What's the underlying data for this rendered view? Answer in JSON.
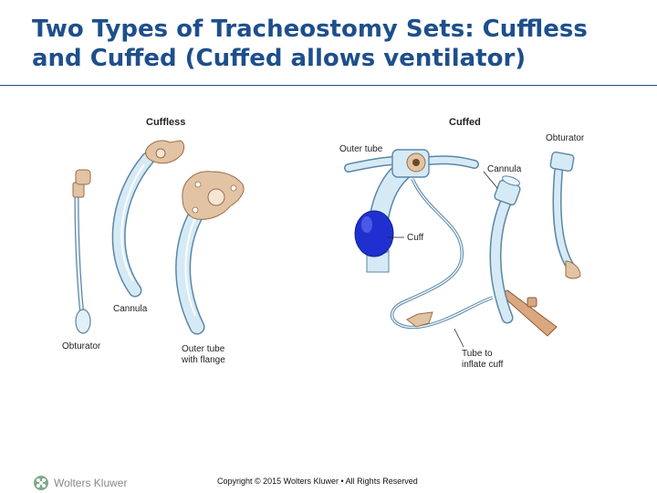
{
  "slide": {
    "title": "Two Types of Tracheostomy Sets: Cuffless and Cuffed (Cuffed allows ventilator)"
  },
  "figure": {
    "cuffless_heading": "Cuffless",
    "cuffed_heading": "Cuffed",
    "labels": {
      "obturator_left": "Obturator",
      "cannula_left": "Cannula",
      "outer_tube_flange_line1": "Outer tube",
      "outer_tube_flange_line2": "with flange",
      "outer_tube_right": "Outer tube",
      "cannula_right": "Cannula",
      "obturator_right": "Obturator",
      "cuff": "Cuff",
      "inflate_line1": "Tube to",
      "inflate_line2": "inflate cuff"
    },
    "colors": {
      "tube_fill": "#d6eaf6",
      "tube_stroke": "#5a87a8",
      "flange_fill": "#e2c3a3",
      "cuff_fill": "#2030d0"
    }
  },
  "footer": {
    "logo_text": "Wolters Kluwer",
    "logo_icon": "wolters-kluwer-logo-icon",
    "copyright": "Copyright © 2015 Wolters Kluwer • All Rights Reserved"
  }
}
